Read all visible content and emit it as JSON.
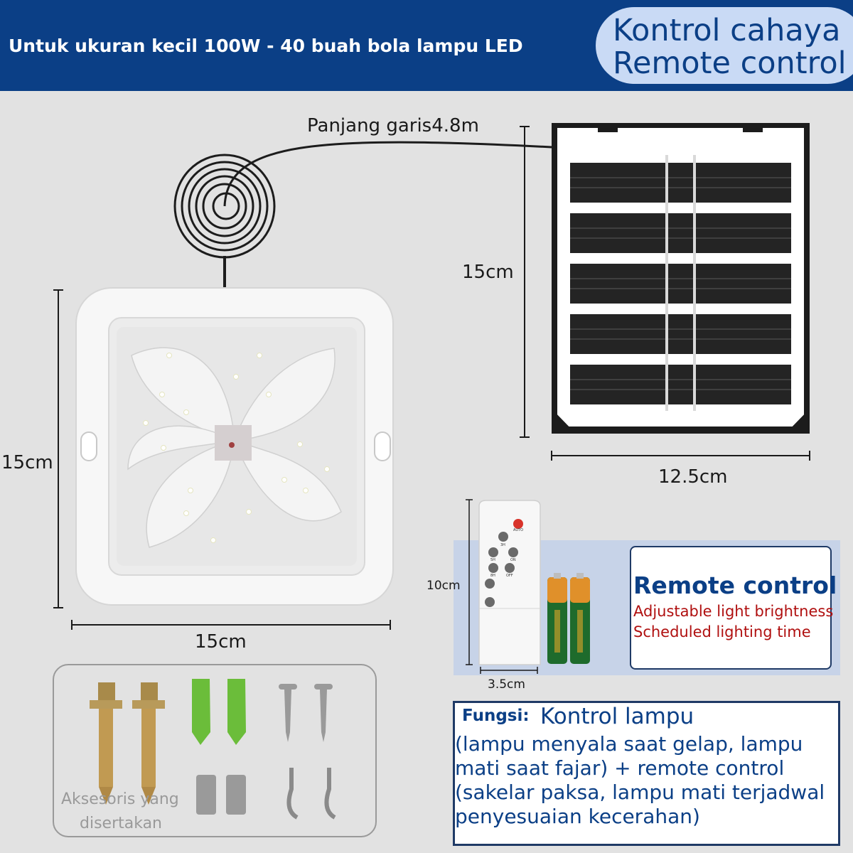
{
  "header": {
    "title": "Untuk ukuran kecil 100W - 40 buah bola lampu LED",
    "badge_line1": "Kontrol cahaya",
    "badge_line2": "Remote control"
  },
  "cable_length": "Panjang garis4.8m",
  "panel_dims": {
    "height": "15cm",
    "width": "12.5cm"
  },
  "lamp_dims": {
    "height": "15cm",
    "width": "15cm"
  },
  "remote_dims": {
    "height": "10cm",
    "width": "3.5cm"
  },
  "remote": {
    "title": "Remote control",
    "features": [
      "Adjustable light brightness",
      "Scheduled lighting time"
    ],
    "button_labels": [
      "AUTO",
      "3H",
      "5H",
      "ON",
      "8H",
      "OFF"
    ]
  },
  "function": {
    "label": "Fungsi:",
    "title": "Kontrol lampu",
    "lines": [
      "(lampu menyala saat gelap, lampu",
      "mati saat fajar) + remote control",
      "(sakelar paksa, lampu mati terjadwal",
      "penyesuaian kecerahan)"
    ]
  },
  "accessories": {
    "label_line1": "Aksesoris yang",
    "label_line2": "disertakan"
  },
  "colors": {
    "header_bg": "#0b3f86",
    "badge_bg": "#c9daf5",
    "accent_red": "#b01010",
    "page_bg": "#e2e2e2"
  }
}
